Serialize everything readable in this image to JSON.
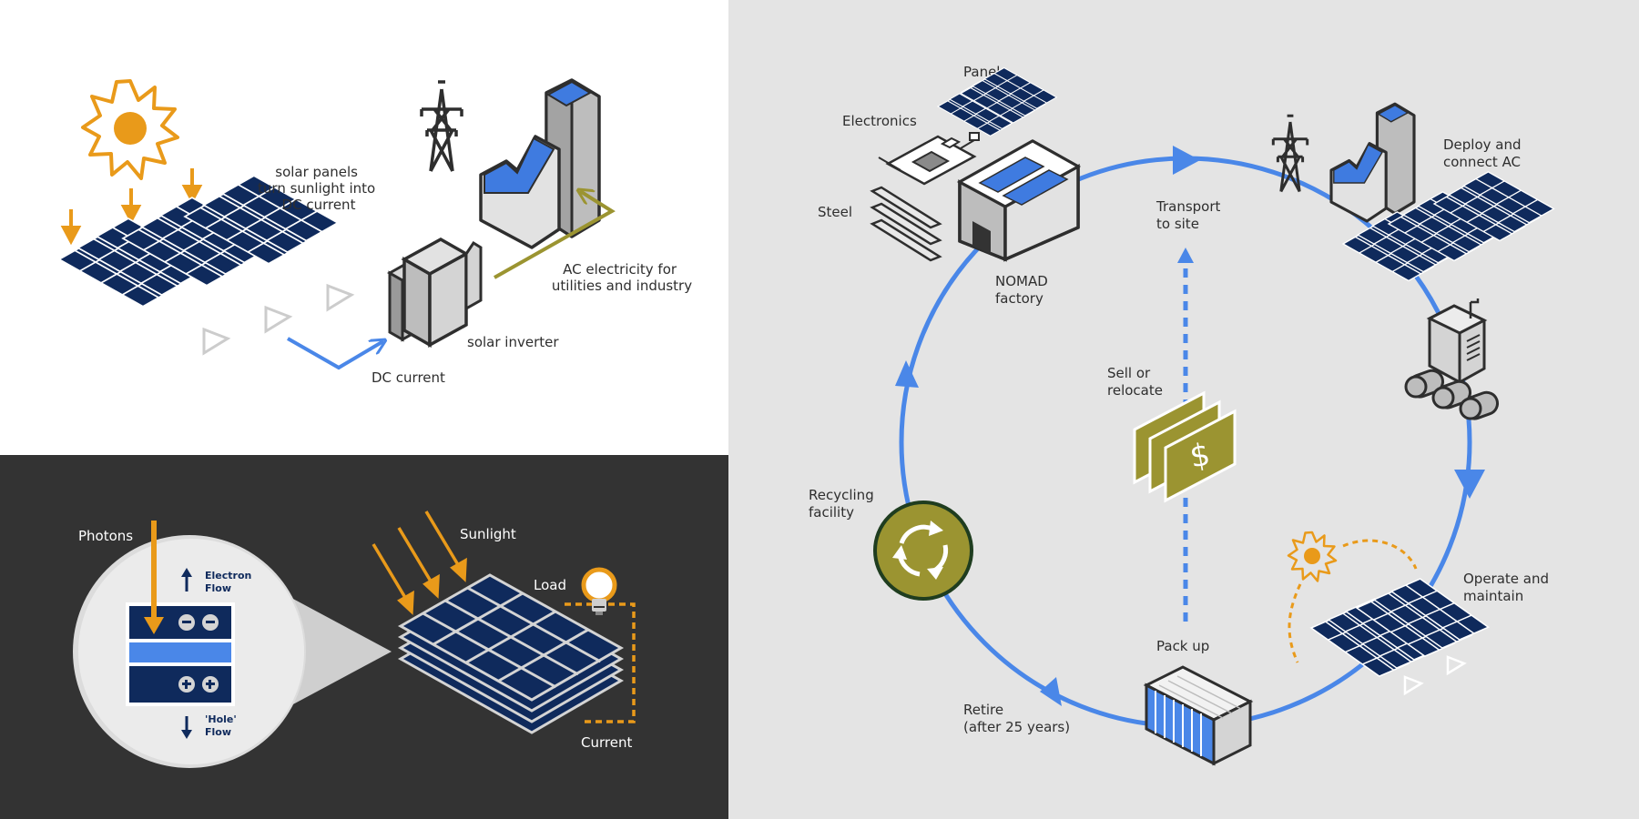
{
  "colors": {
    "panel_navy": "#0f2a5c",
    "panel_blue": "#3f7be0",
    "accent_orange": "#e99a1a",
    "olive": "#9b9431",
    "arrow_blue": "#4a87e8",
    "cycle_bg": "#e4e4e4",
    "dark_bg": "#333333"
  },
  "icons": [
    "sun-icon",
    "transmission-tower-icon",
    "factory-icon",
    "inverter-icon",
    "solar-panel-icon",
    "lightbulb-icon",
    "recycle-icon",
    "shipping-container-icon",
    "money-icon",
    "generator-icon",
    "circuit-board-icon",
    "steel-beam-icon"
  ],
  "top_left": {
    "panels_label": [
      "solar panels",
      "turn sunlight into",
      "DC current"
    ],
    "inverter_label": "solar inverter",
    "dc_label": "DC current",
    "ac_label": [
      "AC electricity for",
      "utilities and industry"
    ]
  },
  "bottom_left": {
    "photons": "Photons",
    "electron_flow": [
      "Electron",
      "Flow"
    ],
    "hole_flow": [
      "'Hole'",
      "Flow"
    ],
    "sunlight": "Sunlight",
    "load": "Load",
    "current": "Current"
  },
  "cycle": {
    "panels": "Panels",
    "electronics": "Electronics",
    "steel": "Steel",
    "factory": [
      "NOMAD",
      "factory"
    ],
    "transport": [
      "Transport",
      "to site"
    ],
    "deploy": [
      "Deploy and",
      "connect AC"
    ],
    "operate": [
      "Operate and",
      "maintain"
    ],
    "pack_up": "Pack up",
    "retire": [
      "Retire",
      "(after 25 years)"
    ],
    "recycling": [
      "Recycling",
      "facility"
    ],
    "sell": [
      "Sell or",
      "relocate"
    ]
  }
}
